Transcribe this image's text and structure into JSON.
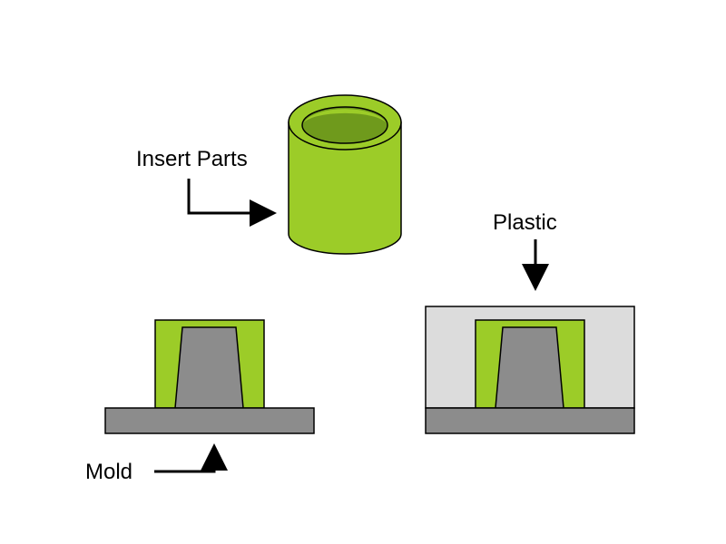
{
  "labels": {
    "insert_parts": "Insert Parts",
    "plastic": "Plastic",
    "mold": "Mold"
  },
  "colors": {
    "insert_green": "#9ccc28",
    "insert_green_dark": "#6f9a1c",
    "mold_gray": "#8c8c8c",
    "plastic_gray": "#dcdcdc",
    "outline": "#000000"
  }
}
